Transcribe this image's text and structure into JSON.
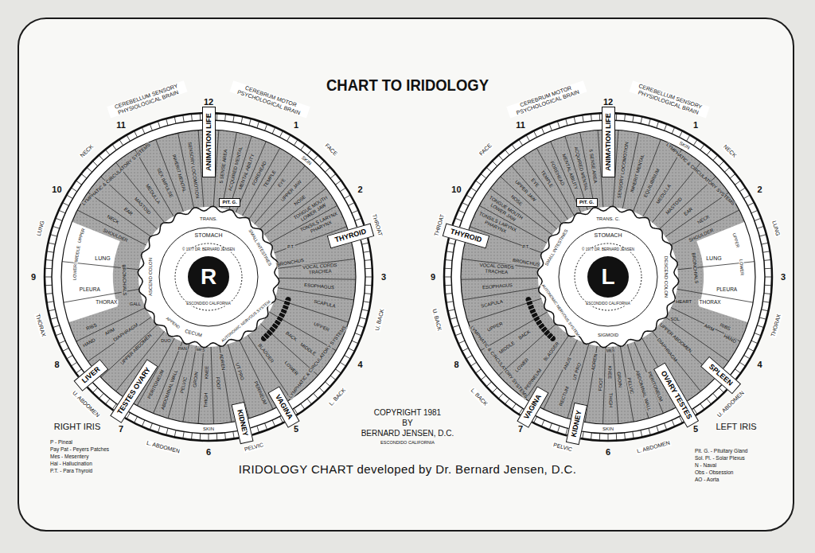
{
  "diagram": {
    "title": "CHART TO IRIDOLOGY",
    "caption": "IRIDOLOGY CHART developed by Dr. Bernard Jensen, D.C.",
    "nodes": [
      {
        "text": [
          "R"
        ]
      },
      {
        "text": [
          "ANIMATION LIFE"
        ]
      },
      {
        "text": [
          "PIT. G."
        ]
      },
      {
        "text": [
          "THYROID"
        ]
      },
      {
        "text": [
          "LIVER"
        ]
      },
      {
        "text": [
          "TESTES OVARY"
        ]
      },
      {
        "text": [
          "KIDNEY"
        ]
      },
      {
        "text": [
          "VAGINA"
        ]
      },
      {
        "text": [
          "L"
        ]
      },
      {
        "text": [
          "ANIMATION LIFE"
        ]
      },
      {
        "text": [
          "PIT. G."
        ]
      },
      {
        "text": [
          "THYROID"
        ]
      },
      {
        "text": [
          "SPLEEN"
        ]
      },
      {
        "text": [
          "OVARY TESTES"
        ]
      },
      {
        "text": [
          "KIDNEY"
        ]
      },
      {
        "text": [
          "VAGINA"
        ]
      }
    ],
    "labels": [
      "1",
      "2",
      "3",
      "4",
      "5",
      "6",
      "7",
      "8",
      "9",
      "10",
      "11",
      "12",
      "1",
      "2",
      "3",
      "4",
      "5",
      "6",
      "7",
      "8",
      "9",
      "10",
      "11",
      "12",
      "CEREBELLUM SENSORY PHYSIOLOGICAL BRAIN",
      "CEREBRUM MOTOR PSYCHOLOGICAL BRAIN",
      "NECK",
      "LUNG",
      "THORAX",
      "U. ABDOMEN",
      "L. ABDOMEN",
      "PELVIC",
      "L. BACK",
      "U. BACK",
      "THROAT",
      "FACE",
      "SKIN",
      "SKIN",
      "LYMPHATIC & CIRCULATORY SYSTEMS",
      "LYMPHATIC & CIRCULATORY SYSTEMS",
      "SENSORY LOCOMOTION",
      "INHERIT MENTAL",
      "SEX IMPULSE",
      "MEDULLA",
      "MASTOID",
      "EAR",
      "NECK",
      "SHOULDER",
      "UPPER",
      "MIDDLE",
      "LOWER",
      "LUNG",
      "PLEURA",
      "THORAX",
      "RIBS",
      "BRONCHIALS",
      "ARM",
      "HAND",
      "DIAPHRAGM",
      "UPPER ABDOMEN",
      "GALL",
      "DUO",
      "PAN",
      "PERITONEUM",
      "ABDOMINAL WALL",
      "PELVIC",
      "GROIN",
      "THIGH",
      "KNEE",
      "FOOT",
      "ADREN",
      "UT PRO",
      "PERINEUM",
      "BLADDER",
      "LOWER",
      "MIDDLE",
      "UPPER",
      "BACK",
      "SCAPULA",
      "ESOPHAGUS",
      "VOCAL CORDS TRACHEA",
      "BRONCHUS",
      "P.T.",
      "TONSILS LARYNX PHARYNX",
      "TONGUE MOUTH LOWER JAW",
      "NOSE",
      "UPPER JAW",
      "EYE",
      "TEMPLE",
      "FOREHEAD",
      "MENTAL ABILITY",
      "ACQUIRED MENTAL",
      "5 SENSE AREA",
      "TRANS.",
      "STOMACH",
      "SMALL INTESTINES",
      "ASCEND COLON",
      "CECUM",
      "APPEND",
      "MES",
      "AUTONOMIC NERVOUS SYSTEM",
      "© 1977 DR. BERNARD JENSEN",
      "ESCONDIDO CALIFORNIA",
      "RIGHT IRIS",
      "P - Pineal",
      "Pay Pat - Peyers Patches",
      "Mes - Mesentery",
      "Hal - Hallucination",
      "P.T. - Para Thyroid",
      "COPYRIGHT 1981",
      "BY",
      "BERNARD JENSEN, D.C.",
      "ESCONDIDO CALIFORNIA",
      "CEREBRUM MOTOR PSYCHOLOGICAL BRAIN",
      "CEREBELLUM SENSORY PHYSIOLOGICAL BRAIN",
      "FACE",
      "THROAT",
      "U. BACK",
      "L. BACK",
      "PELVIC",
      "L. ABDOMEN",
      "U. ABDOMEN",
      "THORAX",
      "LUNG",
      "NECK",
      "SKIN",
      "SKIN",
      "LYMPHATIC & CIRCULATORY SYSTEMS",
      "LYMPHATIC & CIRCULATORY SYSTEMS",
      "SENSORY LOCOMOTION",
      "INHERIT MENTAL",
      "EQUILIBRIUM",
      "MEDULLA",
      "MASTOID",
      "EAR",
      "NECK",
      "SHOULDER",
      "UPPER",
      "LOWER",
      "LUNG",
      "PLEURA",
      "THORAX",
      "RIBS",
      "BRONCHIALS",
      "HEART",
      "SOL.",
      "ARM",
      "HAND",
      "DIAPHRAGM",
      "UPPER ABDOMEN",
      "PERITONEUM",
      "ABDOMINAL WALL",
      "PELVIC",
      "GROIN",
      "THIGH",
      "KNEE",
      "FOOT",
      "ADREN",
      "UT PRO",
      "RECTUM",
      "ANUS",
      "PERINEUM",
      "BLADDER",
      "LOWER",
      "MIDDLE",
      "UPPER",
      "BACK",
      "SCAPULA",
      "ESOPHAGUS",
      "VOCAL CORDS TRACHEA",
      "BRONCHUS",
      "P.T.",
      "TONSILS LARYNX PHARYNX",
      "TONGUE MOUTH LOWER JAW",
      "NOSE",
      "UPPER JAW",
      "EYE",
      "TEMPLE",
      "FOREHEAD",
      "MENTAL ABILITY",
      "ACQUIRED MENTAL",
      "5 SENSE AREA",
      "TRANS. C.",
      "STOMACH",
      "DESCEND COLON",
      "SMALL INTESTINES",
      "AUTONOMIC NERVOUS SYSTEM",
      "SIGMOID",
      "MES",
      "© 1977 DR. BERNARD JENSEN",
      "ESCONDIDO CALIFORNIA",
      "LEFT IRIS",
      "Pit. G. - Pituitary Gland",
      "Sol. Pl. - Solar Plexus",
      "N - Naval",
      "Obs - Obsession",
      "AO - Aorta"
    ]
  }
}
